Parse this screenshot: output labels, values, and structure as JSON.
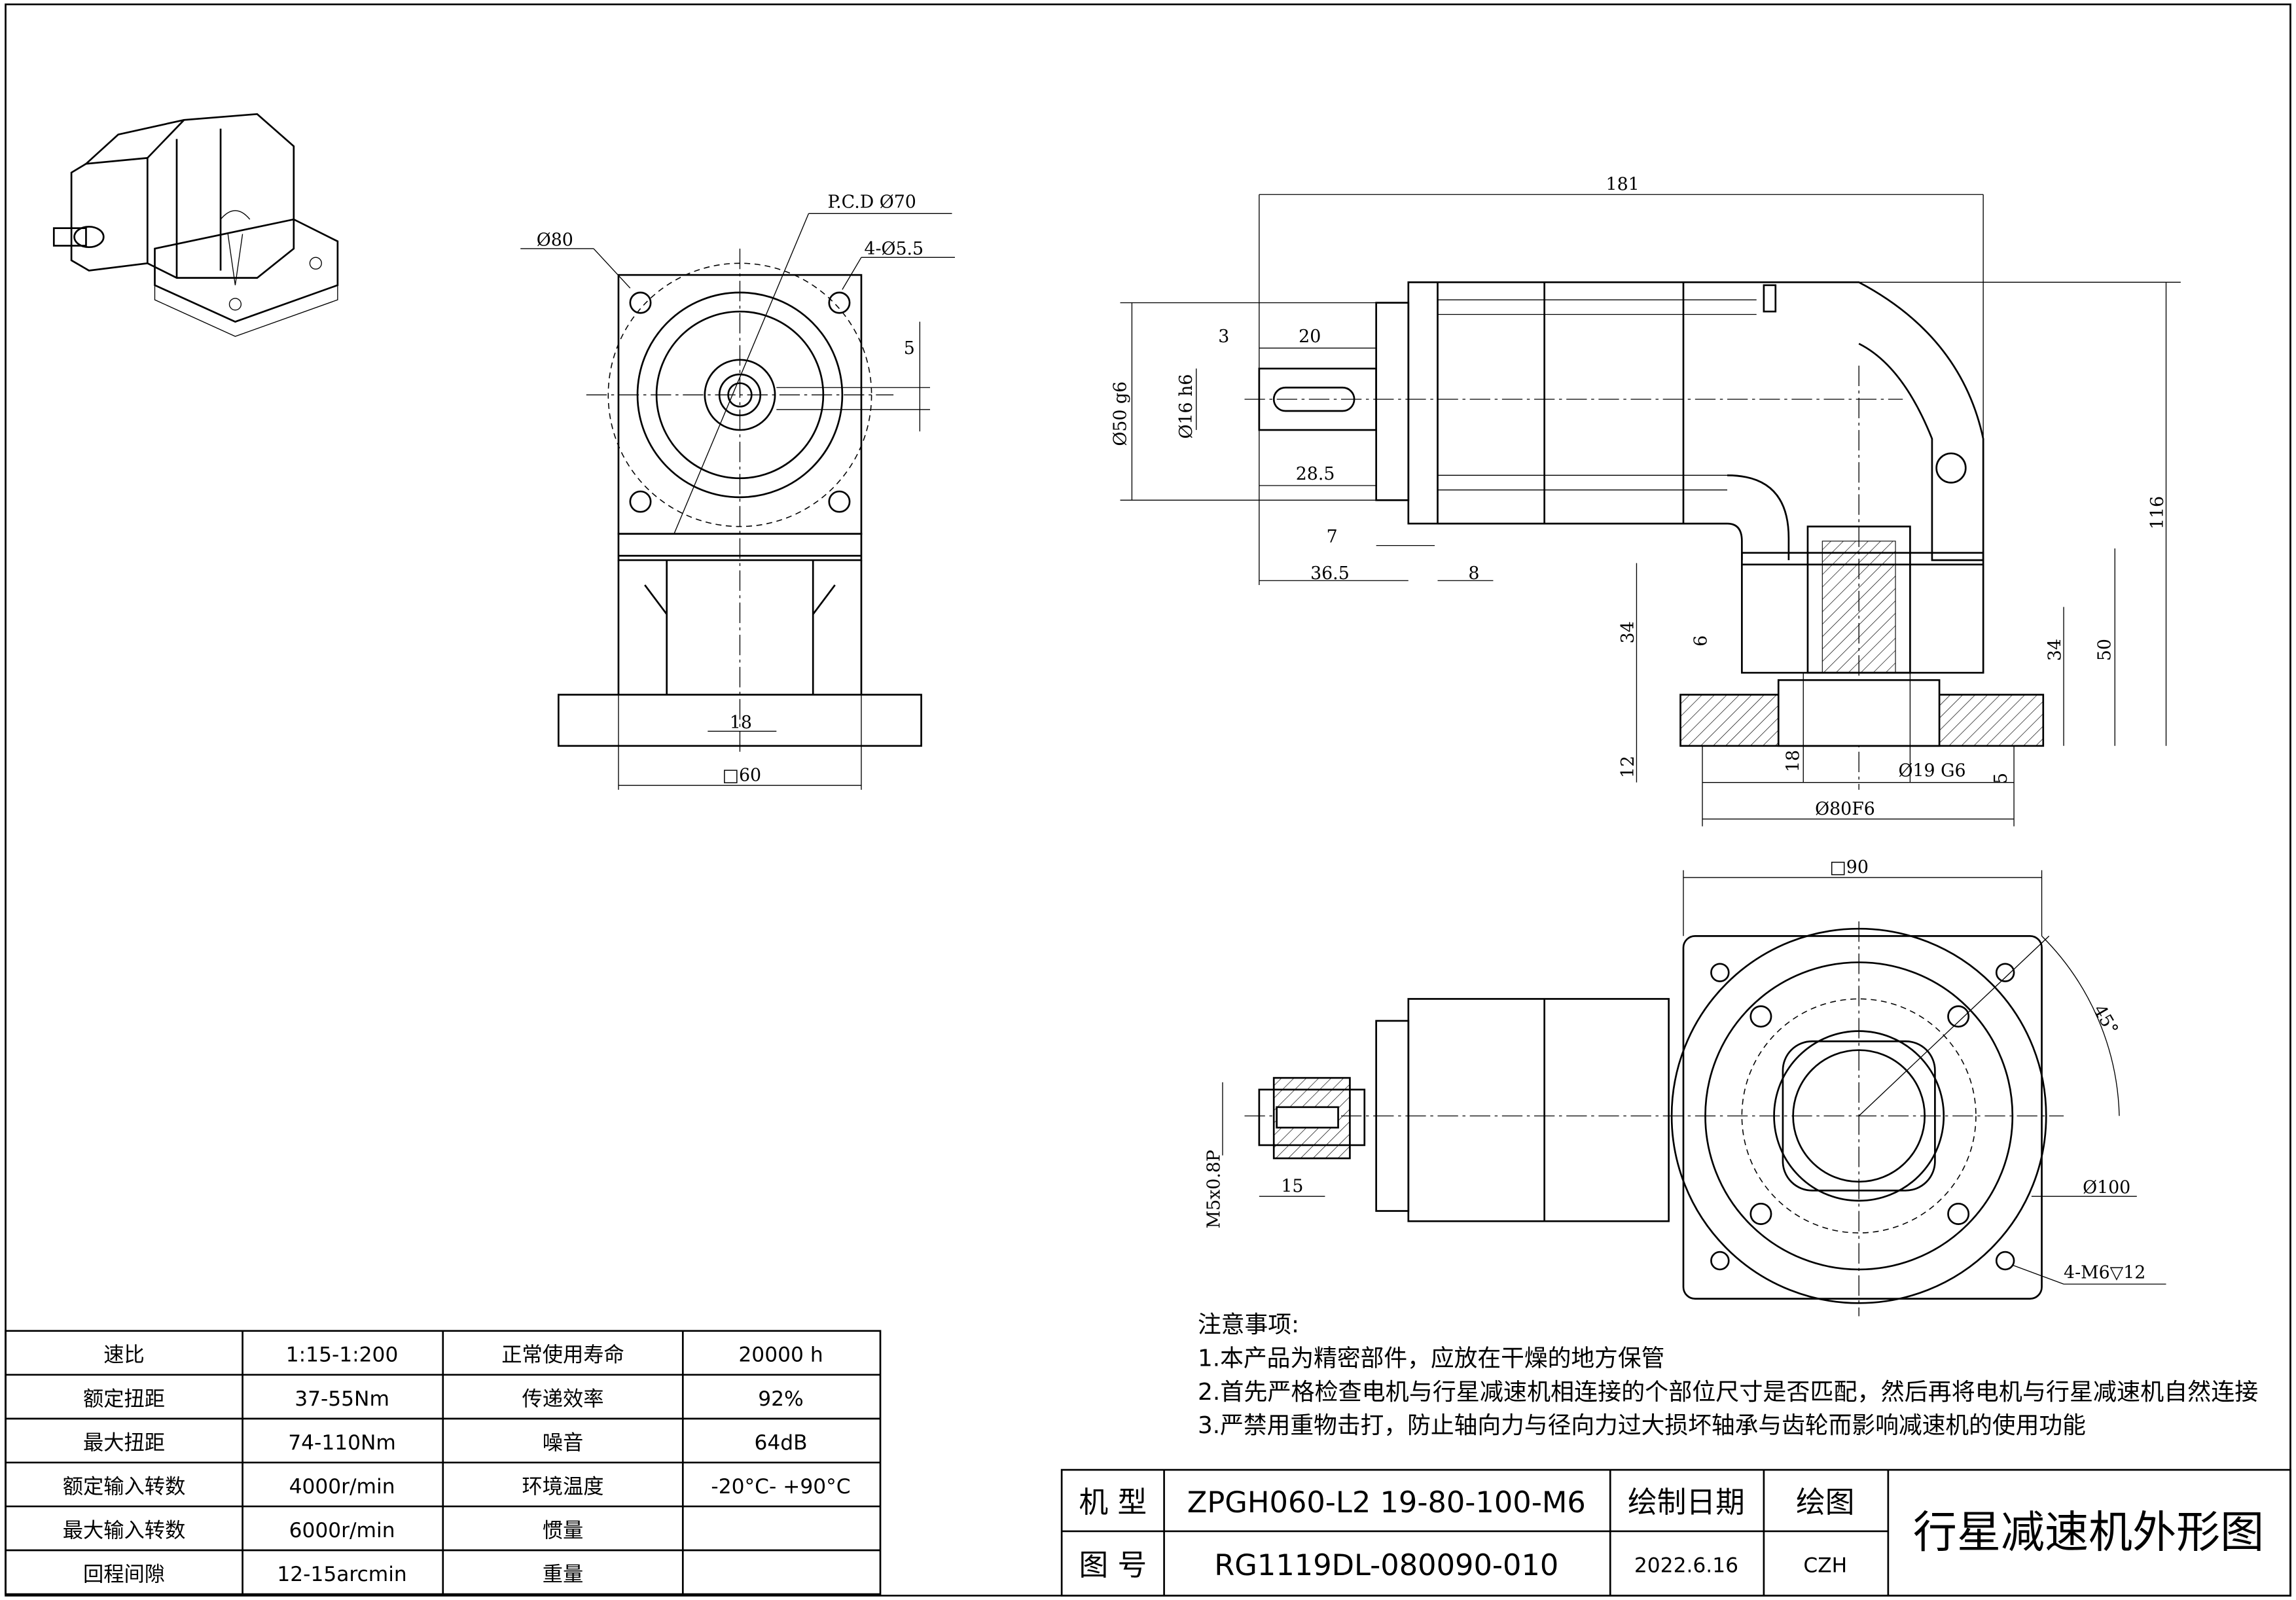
{
  "front_view": {
    "dims": {
      "flange_dia": "Ø80",
      "pcd": "P.C.D Ø70",
      "holes": "4-Ø5.5",
      "offset": "5",
      "width_18": "18",
      "square": "□60"
    }
  },
  "side_view": {
    "dims": {
      "length": "181",
      "d3": "3",
      "d20": "20",
      "pilot": "Ø50 g6",
      "shaft": "Ø16 h6",
      "d28_5": "28.5",
      "d7": "7",
      "d36_5": "36.5",
      "d8": "8",
      "height": "116",
      "d34a": "34",
      "d6": "6",
      "d12": "12",
      "d18": "18",
      "bore": "Ø19 G6",
      "d5": "5",
      "output_pilot": "Ø80F6",
      "d34b": "34",
      "d50": "50"
    }
  },
  "bottom_view": {
    "dims": {
      "square": "□90",
      "angle": "45°",
      "pcd": "Ø100",
      "thread_holes": "4-M6▽12",
      "thread": "M5x0.8P",
      "d15": "15"
    }
  },
  "spec_table": {
    "rows": [
      [
        "速比",
        "1:15-1:200",
        "正常使用寿命",
        "20000 h"
      ],
      [
        "额定扭距",
        "37-55Nm",
        "传递效率",
        "92%"
      ],
      [
        "最大扭距",
        "74-110Nm",
        "噪音",
        "64dB"
      ],
      [
        "额定输入转数",
        "4000r/min",
        "环境温度",
        "-20°C- +90°C"
      ],
      [
        "最大输入转数",
        "6000r/min",
        "惯量",
        ""
      ],
      [
        "回程间隙",
        "12-15arcmin",
        "重量",
        ""
      ]
    ]
  },
  "notes": {
    "title": "注意事项:",
    "items": [
      "1.本产品为精密部件，应放在干燥的地方保管",
      "2.首先严格检查电机与行星减速机相连接的个部位尺寸是否匹配，然后再将电机与行星减速机自然连接",
      "3.严禁用重物击打，防止轴向力与径向力过大损坏轴承与齿轮而影响减速机的使用功能"
    ]
  },
  "title_block": {
    "model_label": "机  型",
    "model_value": "ZPGH060-L2 19-80-100-M6",
    "drawing_no_label": "图  号",
    "drawing_no_value": "RG1119DL-080090-010",
    "date_label": "绘制日期",
    "date_value": "2022.6.16",
    "drawn_label": "绘图",
    "drawn_value": "CZH",
    "title": "行星减速机外形图"
  }
}
